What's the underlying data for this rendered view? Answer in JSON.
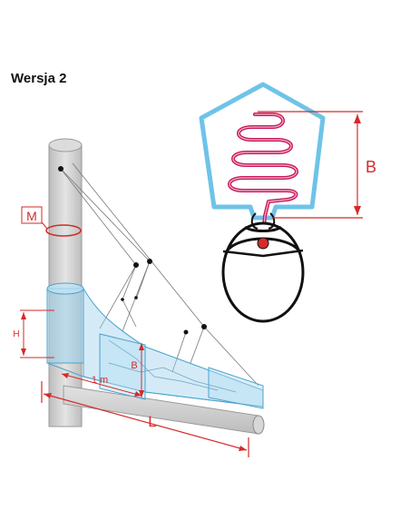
{
  "title": "Wersja 2",
  "labels": {
    "M": "M",
    "H": "H",
    "B_small": "B",
    "one_m": "1 m",
    "L": "L",
    "B_large": "B"
  },
  "colors": {
    "dimension_red": "#d42a2a",
    "net_cyan": "#6ec3e8",
    "coil_pink": "#c8185a",
    "pole_gray": "#c9c9c9",
    "water_blue": "#9fd3ee"
  }
}
